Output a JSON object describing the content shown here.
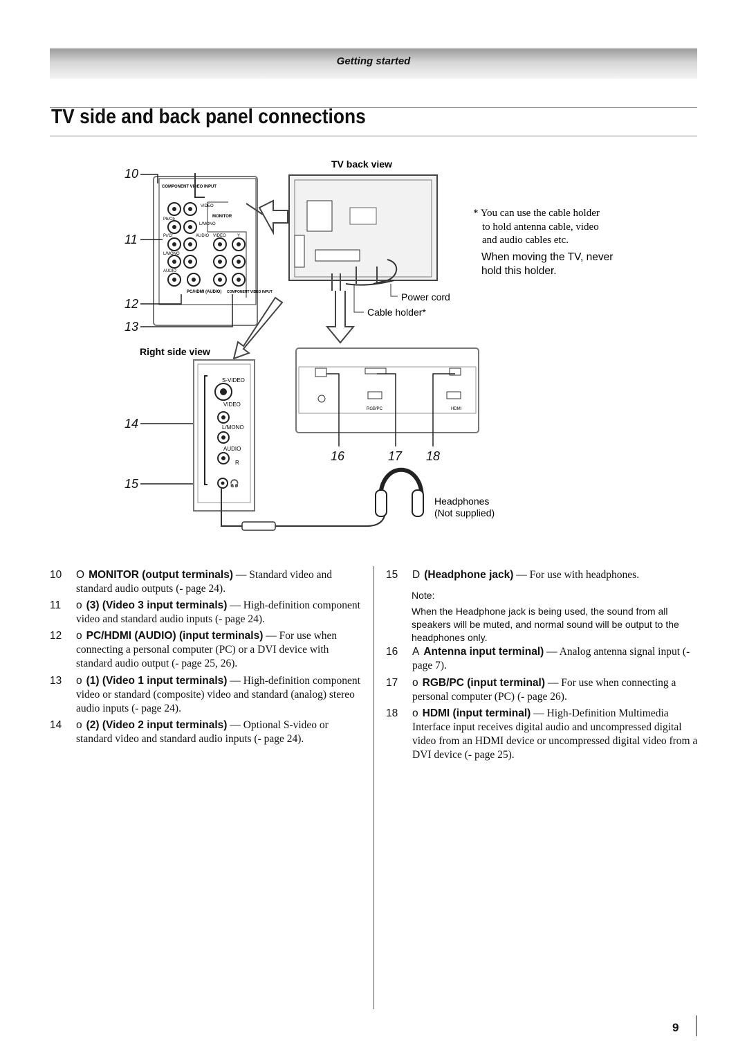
{
  "header": {
    "section_label": "Getting started"
  },
  "page_title": "TV side and back panel connections",
  "figure": {
    "tv_back_view_label": "TV back view",
    "right_side_view_label": "Right side view",
    "callouts": {
      "c10": "10",
      "c11": "11",
      "c12": "12",
      "c13": "13",
      "c14": "14",
      "c15": "15",
      "c16": "16",
      "c17": "17",
      "c18": "18"
    },
    "cable_holder_note_1": "* You can use the cable holder",
    "cable_holder_note_2": "to hold antenna cable, video",
    "cable_holder_note_3": "and audio cables etc.",
    "moving_warning_1": "When moving the TV, never",
    "moving_warning_2": "hold this holder.",
    "power_cord_label": "Power cord",
    "cable_holder_label": "Cable holder*",
    "headphones_label": "Headphones",
    "not_supplied_label": "(Not supplied)",
    "panel_labels": {
      "component_video_input": "COMPONENT VIDEO INPUT",
      "monitor": "MONITOR",
      "video": "VIDEO",
      "l_mono": "L/MONO",
      "audio": "AUDIO",
      "pc_hdmi_audio": "PC/HDMI (AUDIO)",
      "s_video": "S-VIDEO",
      "r": "R",
      "rgb_pc": "RGB/PC",
      "hdmi": "HDMI",
      "y": "Y",
      "pb_cb": "Pb/Cb",
      "pr_cr": "Pr/Cr"
    }
  },
  "items_left": [
    {
      "num": "10",
      "sym": "O",
      "head": "MONITOR (output terminals)",
      "text": " — Standard video and standard audio outputs (- page 24)."
    },
    {
      "num": "11",
      "sym": "o",
      "head": "(3) (Video 3 input terminals)",
      "text": " — High-definition component video and standard audio inputs (- page 24)."
    },
    {
      "num": "12",
      "sym": "o",
      "head": "PC/HDMI (AUDIO) (input terminals)",
      "text": " — For use when connecting a personal computer (PC) or a DVI device with standard audio output (- page 25, 26)."
    },
    {
      "num": "13",
      "sym": "o",
      "head": "(1) (Video 1 input terminals)",
      "text": " — High-definition component video or standard (composite) video and standard (analog) stereo audio inputs (- page 24)."
    },
    {
      "num": "14",
      "sym": "o",
      "head": "(2) (Video 2 input terminals)",
      "text": " — Optional S-video or standard video and standard audio inputs (- page 24)."
    }
  ],
  "items_right": [
    {
      "num": "15",
      "sym": "D",
      "head": "(Headphone jack)",
      "text": " — For use with headphones."
    },
    {
      "num": "16",
      "sym": "A",
      "head": "Antenna input terminal)",
      "text": " — Analog antenna signal input (- page 7)."
    },
    {
      "num": "17",
      "sym": "o",
      "head": "RGB/PC (input terminal)",
      "text": " — For use when connecting a personal computer (PC) (- page 26)."
    },
    {
      "num": "18",
      "sym": "o",
      "head": "HDMI (input terminal)",
      "text": " — High-Definition Multimedia Interface input receives digital audio and uncompressed digital video from an HDMI device or uncompressed digital video from a DVI device (- page 25)."
    }
  ],
  "note": {
    "label": "Note:",
    "text": "When the Headphone jack is being used, the sound from all speakers will be muted, and normal sound will be output to the headphones only."
  },
  "page_number": "9"
}
